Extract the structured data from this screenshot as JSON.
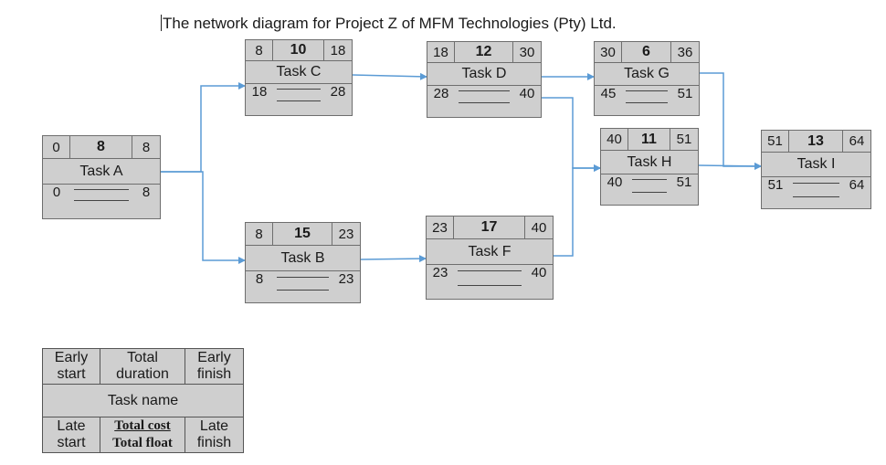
{
  "title": "The network diagram for Project Z of MFM Technologies (Pty) Ltd.",
  "tasks": {
    "A": {
      "name": "Task A",
      "es": "0",
      "du": "8",
      "ef": "8",
      "ls": "0",
      "lf": "8"
    },
    "B": {
      "name": "Task B",
      "es": "8",
      "du": "15",
      "ef": "23",
      "ls": "8",
      "lf": "23"
    },
    "C": {
      "name": "Task C",
      "es": "8",
      "du": "10",
      "ef": "18",
      "ls": "18",
      "lf": "28"
    },
    "D": {
      "name": "Task D",
      "es": "18",
      "du": "12",
      "ef": "30",
      "ls": "28",
      "lf": "40"
    },
    "F": {
      "name": "Task F",
      "es": "23",
      "du": "17",
      "ef": "40",
      "ls": "23",
      "lf": "40"
    },
    "G": {
      "name": "Task G",
      "es": "30",
      "du": "6",
      "ef": "36",
      "ls": "45",
      "lf": "51"
    },
    "H": {
      "name": "Task H",
      "es": "40",
      "du": "11",
      "ef": "51",
      "ls": "40",
      "lf": "51"
    },
    "I": {
      "name": "Task I",
      "es": "51",
      "du": "13",
      "ef": "64",
      "ls": "51",
      "lf": "64"
    }
  },
  "links": [
    [
      "A",
      "C"
    ],
    [
      "A",
      "B"
    ],
    [
      "C",
      "D"
    ],
    [
      "B",
      "F"
    ],
    [
      "D",
      "G"
    ],
    [
      "D",
      "H"
    ],
    [
      "F",
      "H"
    ],
    [
      "G",
      "I"
    ],
    [
      "H",
      "I"
    ]
  ],
  "legend": {
    "early_start": "Early start",
    "total_duration": "Total duration",
    "early_finish": "Early finish",
    "task_name": "Task name",
    "late_start": "Late start",
    "total_cost": "Total cost",
    "total_float": "Total float",
    "late_finish": "Late finish"
  },
  "colors": {
    "arrow": "#5b9bd5",
    "node_fill": "#cfcfcf",
    "node_border": "#6e6e6e"
  }
}
